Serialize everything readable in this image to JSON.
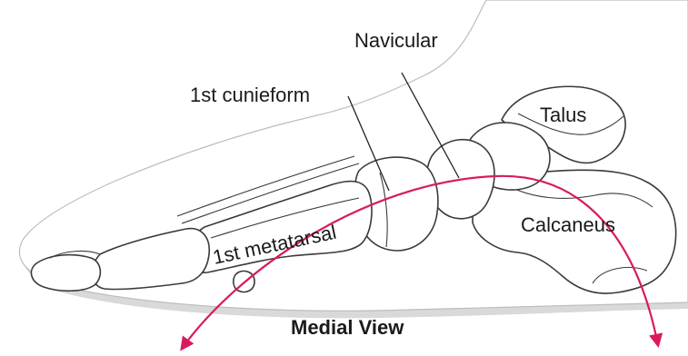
{
  "diagram": {
    "caption": "Medial View",
    "labels": {
      "navicular": "Navicular",
      "first_cuneiform": "1st cunieform",
      "talus": "Talus",
      "first_metatarsal": "1st metatarsal",
      "calcaneus": "Calcaneus"
    },
    "colors": {
      "arrow": "#d81b60",
      "skin_shadow": "#d9d9d9",
      "outline": "#3a3a3a"
    }
  }
}
